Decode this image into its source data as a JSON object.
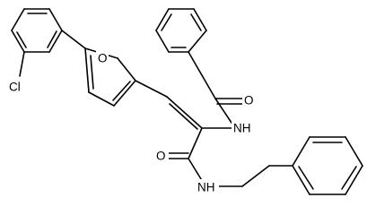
{
  "structure": {
    "atom_labels": {
      "chlorine": "Cl",
      "furan_oxygen": "O",
      "benzoyl_oxygen": "O",
      "amide_nh": "NH",
      "amide_oxygen": "O",
      "phenethyl_nh": "NH"
    }
  }
}
